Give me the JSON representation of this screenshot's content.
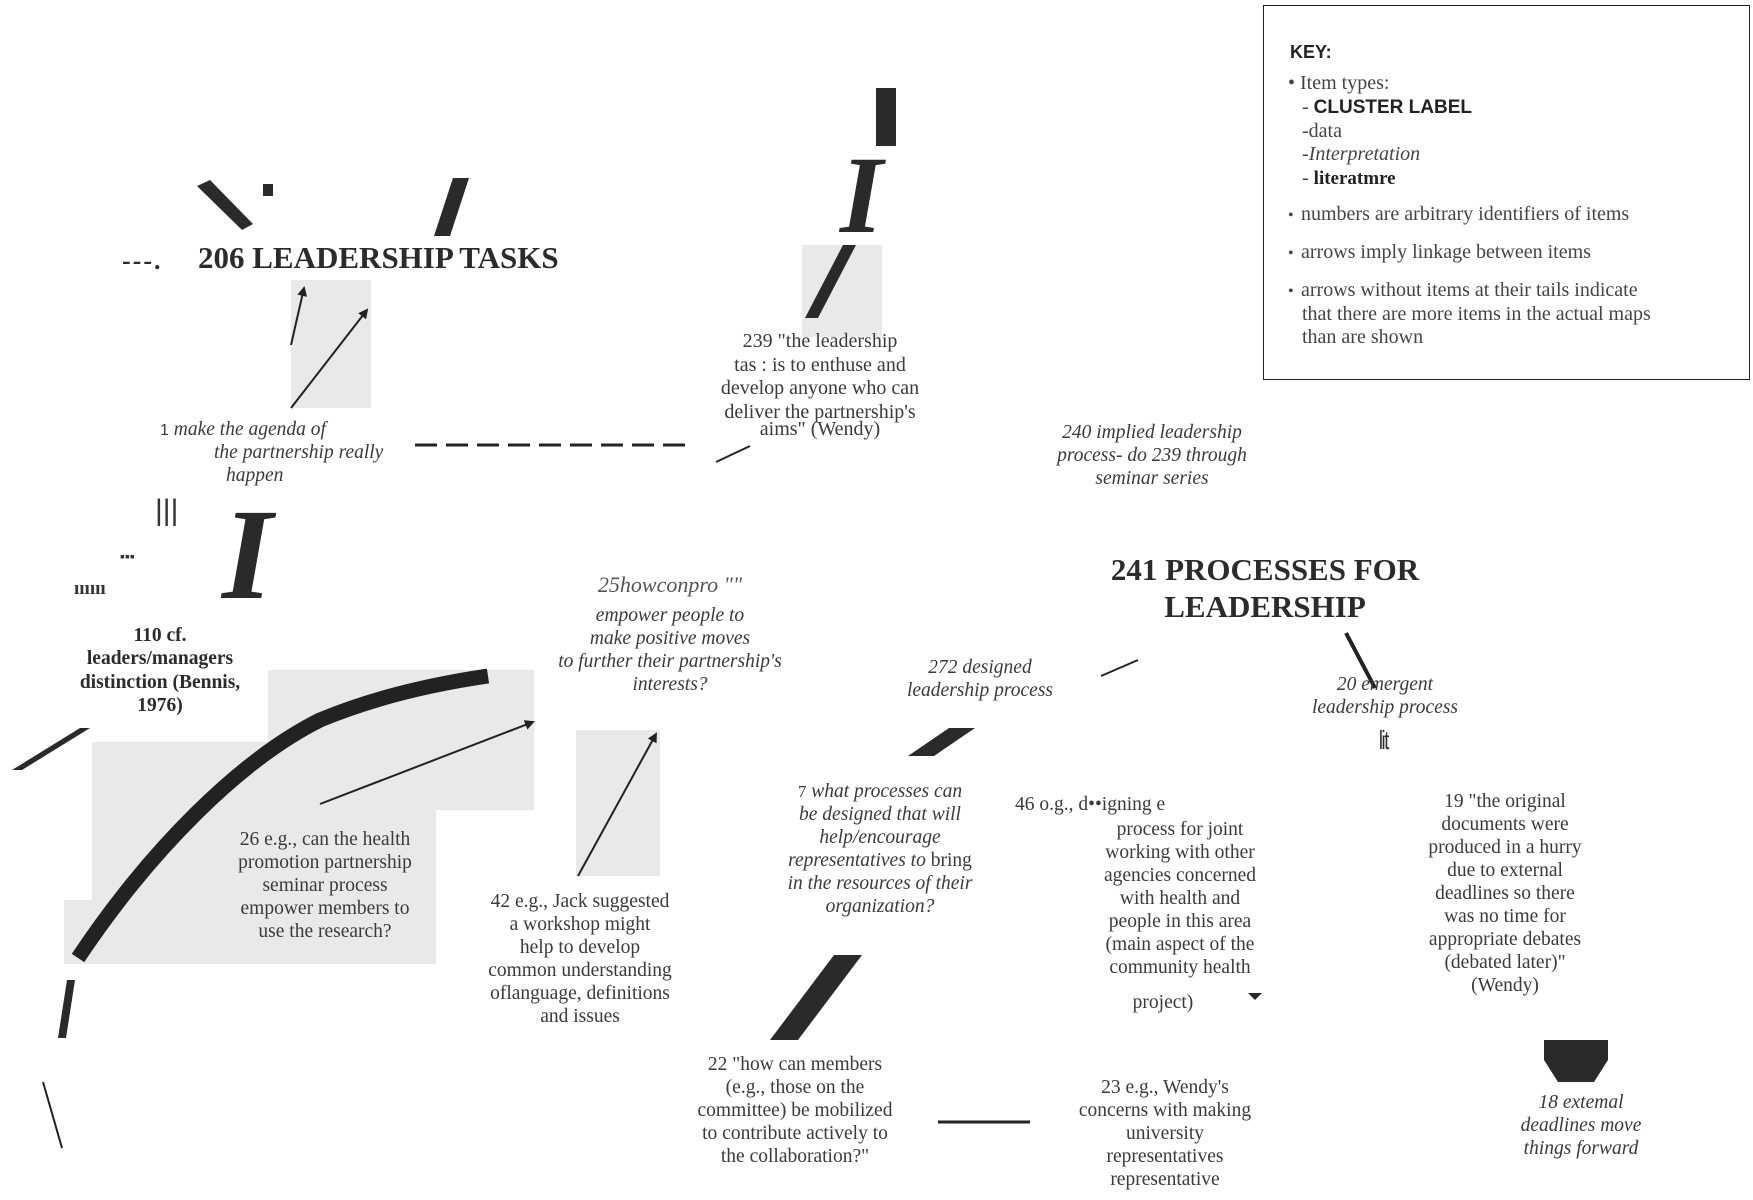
{
  "key": {
    "title": "KEY:",
    "item_types_label": "• Item types:",
    "type_cluster": "CLUSTER LABEL",
    "type_data": "-data",
    "type_interpretation": "-Interpretation",
    "type_literature": "literatmre",
    "note_numbers": "numbers are arbitrary identifiers of items",
    "note_arrows": "arrows imply linkage between items",
    "note_tails_1": "arrows without items at their tails indicate",
    "note_tails_2": "that there are more items in the actual maps",
    "note_tails_3": "than are shown"
  },
  "clusters": {
    "leadership_tasks_prefix": "---.",
    "leadership_tasks": "206 LEADERSHIP TASKS",
    "processes_line1": "241 PROCESSES FOR",
    "processes_line2": "LEADERSHIP"
  },
  "items": {
    "n1": {
      "num": "1",
      "line1": "make the agenda of",
      "line2": "the partnership really",
      "line3": "happen"
    },
    "n239": [
      "239 \"the leadership",
      "tas : is to enthuse and",
      "develop anyone who can",
      "deliver the partnership's",
      "aims\" (Wendy)"
    ],
    "n240": [
      "240 implied leadership",
      "process- do 239 through",
      "seminar series"
    ],
    "n110": [
      "110 cf.",
      "leaders/managers",
      "distinction (Bennis,",
      "1976)"
    ],
    "n25_head": "25howconpro \"\"",
    "n25": [
      "empower people to",
      "make positive moves",
      "to further their partnership's",
      "interests?"
    ],
    "n272": [
      "272 designed",
      "leadership process"
    ],
    "n20": [
      "20 emergent",
      "leadership process"
    ],
    "n20_lit": "lit",
    "n26": [
      "26 e.g., can the health",
      "promotion partnership",
      "seminar process",
      "empower members to",
      "use the research?"
    ],
    "n42": [
      "42 e.g., Jack suggested",
      "a workshop might",
      "help to develop",
      "common understanding",
      "oflanguage, definitions",
      "and issues"
    ],
    "n7": {
      "num": "7",
      "line1": "what processes can",
      "line2": "be designed that will",
      "line3": "help/encourage",
      "line4a": "representatives to",
      "line4b": "bring",
      "line5": "in the resources of their",
      "line6": "organization?"
    },
    "n46": {
      "head": "46 o.g., d••igning e",
      "lines": [
        "process for joint",
        "working with other",
        "agencies concerned",
        "with health and",
        "people in this area",
        "(main aspect of the",
        "community health"
      ],
      "tail": "project)"
    },
    "n19": [
      "19 \"the original",
      "documents were",
      "produced in a hurry",
      "due to external",
      "deadlines so there",
      "was no time for",
      "appropriate debates",
      "(debated later)\"",
      "(Wendy)"
    ],
    "n22": [
      "22 \"how can members",
      "(e.g., those on the",
      "committee) be mobilized",
      "to contribute actively to",
      "the collaboration?\""
    ],
    "n23": [
      "23 e.g., Wendy's",
      "concerns with making",
      "university",
      "representatives",
      "representative"
    ],
    "n18": [
      "18 extemal",
      "deadlines move",
      "things forward"
    ],
    "marks_a": "|||",
    "marks_b": "▪▪▪",
    "marks_c": "ıııııı",
    "mark_dots": "·····"
  }
}
